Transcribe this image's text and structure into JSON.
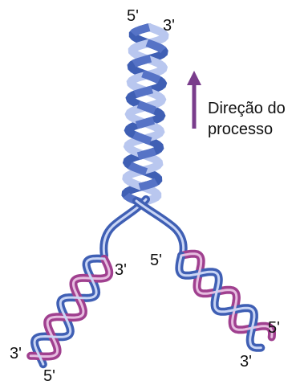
{
  "direction": {
    "line1": "Direção do",
    "line2": "processo",
    "arrow_color": "#7a3d8c"
  },
  "labels": {
    "top_5": "5'",
    "top_3": "3'",
    "left_3_upper": "3'",
    "left_3_lower": "3'",
    "left_5_lower": "5'",
    "right_5_upper": "5'",
    "right_5_lower": "5'",
    "right_3_lower": "3'"
  },
  "colors": {
    "strand_blue": "#3f5fb4",
    "strand_blue_light": "#b9c7ef",
    "strand_magenta": "#a0408f",
    "strand_magenta_light": "#e6bde0"
  }
}
